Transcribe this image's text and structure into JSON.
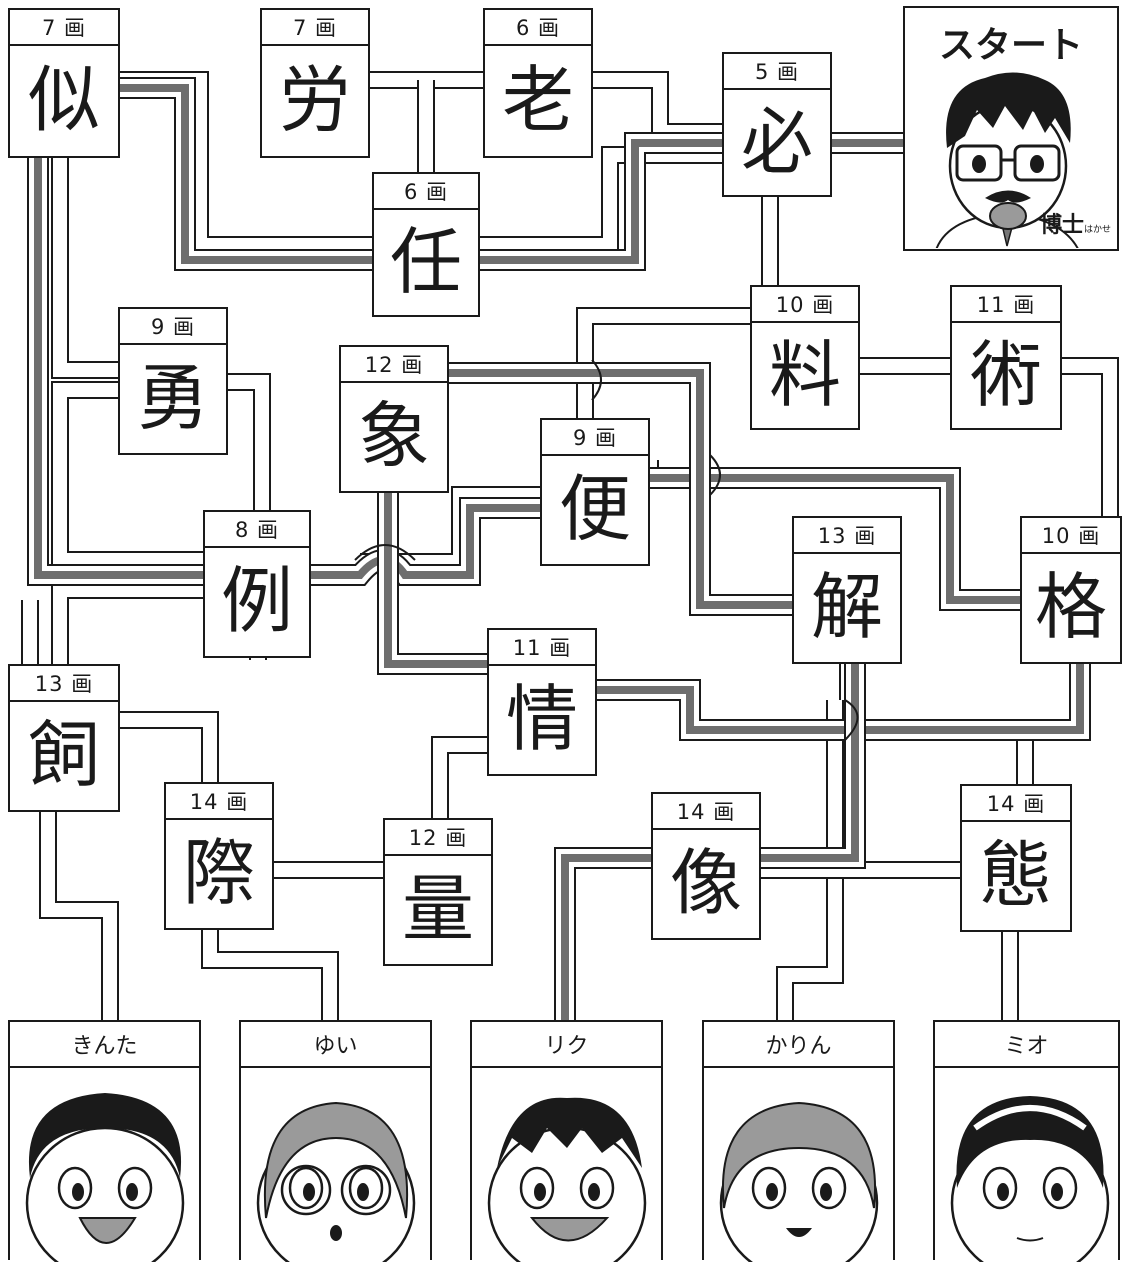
{
  "start": {
    "title": "スタート",
    "doctor": "博士",
    "doctor_ruby": "はかせ"
  },
  "stroke_unit": "画",
  "kanji": [
    {
      "id": "ni",
      "char": "似",
      "strokes": "7"
    },
    {
      "id": "rou",
      "char": "労",
      "strokes": "7"
    },
    {
      "id": "roo",
      "char": "老",
      "strokes": "6"
    },
    {
      "id": "hitsu",
      "char": "必",
      "strokes": "5"
    },
    {
      "id": "nin",
      "char": "任",
      "strokes": "6"
    },
    {
      "id": "ryou",
      "char": "料",
      "strokes": "10"
    },
    {
      "id": "jutsu",
      "char": "術",
      "strokes": "11"
    },
    {
      "id": "yuu",
      "char": "勇",
      "strokes": "9"
    },
    {
      "id": "zou",
      "char": "象",
      "strokes": "12"
    },
    {
      "id": "ben",
      "char": "便",
      "strokes": "9"
    },
    {
      "id": "rei",
      "char": "例",
      "strokes": "8"
    },
    {
      "id": "kai",
      "char": "解",
      "strokes": "13"
    },
    {
      "id": "kaku",
      "char": "格",
      "strokes": "10"
    },
    {
      "id": "jou",
      "char": "情",
      "strokes": "11"
    },
    {
      "id": "shi",
      "char": "飼",
      "strokes": "13"
    },
    {
      "id": "sai",
      "char": "際",
      "strokes": "14"
    },
    {
      "id": "ryo2",
      "char": "量",
      "strokes": "12"
    },
    {
      "id": "zou2",
      "char": "像",
      "strokes": "14"
    },
    {
      "id": "tai",
      "char": "態",
      "strokes": "14"
    }
  ],
  "players": [
    {
      "id": "kinta",
      "name": "きんた"
    },
    {
      "id": "yui",
      "name": "ゆい"
    },
    {
      "id": "riku",
      "name": "リク"
    },
    {
      "id": "karin",
      "name": "かりん"
    },
    {
      "id": "mio",
      "name": "ミオ"
    }
  ],
  "colors": {
    "ink": "#1a1a1a",
    "correct_path": "#6e6e6e",
    "face_fill": "#9a9a9a"
  }
}
